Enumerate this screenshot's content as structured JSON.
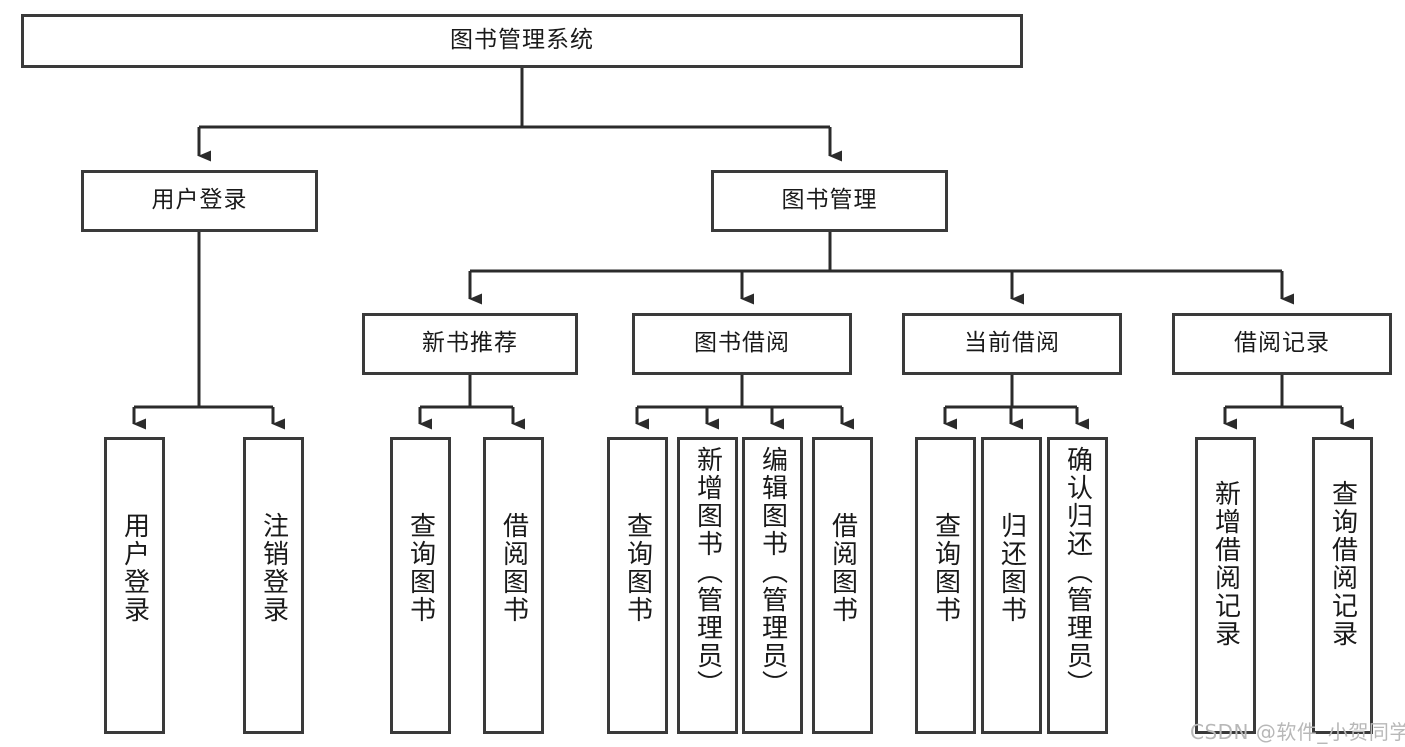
{
  "diagram": {
    "type": "hierarchy-tree",
    "title_node": "图书管理系统",
    "orientation": "top-down",
    "leaf_text_orientation": "vertical",
    "colors": {
      "border": "#3a3a3a",
      "fill": "#ffffff",
      "text": "#1a1a1a",
      "connector": "#2b2b2b",
      "watermark": "#b8b8b8"
    },
    "nodes": {
      "root": {
        "label": "图书管理系统",
        "level": 1
      },
      "user_login": {
        "label": "用户登录",
        "level": 2
      },
      "book_manage": {
        "label": "图书管理",
        "level": 2
      },
      "new_book_rec": {
        "label": "新书推荐",
        "level": 3
      },
      "book_borrow": {
        "label": "图书借阅",
        "level": 3
      },
      "current_borrow": {
        "label": "当前借阅",
        "level": 3
      },
      "borrow_record": {
        "label": "借阅记录",
        "level": 3
      },
      "leaf_user_login": {
        "label": "用户登录",
        "level": 4
      },
      "leaf_logout": {
        "label": "注销登录",
        "level": 4
      },
      "leaf_query_book_1": {
        "label": "查询图书",
        "level": 4
      },
      "leaf_borrow_book_1": {
        "label": "借阅图书",
        "level": 4
      },
      "leaf_query_book_2": {
        "label": "查询图书",
        "level": 4
      },
      "leaf_add_book": {
        "label": "新增图书（管理员）",
        "level": 4
      },
      "leaf_edit_book": {
        "label": "编辑图书（管理员）",
        "level": 4
      },
      "leaf_borrow_book_2": {
        "label": "借阅图书",
        "level": 4
      },
      "leaf_query_book_3": {
        "label": "查询图书",
        "level": 4
      },
      "leaf_return_book": {
        "label": "归还图书",
        "level": 4
      },
      "leaf_confirm_return": {
        "label": "确认归还（管理员）",
        "level": 4
      },
      "leaf_add_record": {
        "label": "新增借阅记录",
        "level": 4
      },
      "leaf_query_record": {
        "label": "查询借阅记录",
        "level": 4
      }
    },
    "edges": [
      {
        "from": "root",
        "to": "user_login"
      },
      {
        "from": "root",
        "to": "book_manage"
      },
      {
        "from": "book_manage",
        "to": "new_book_rec"
      },
      {
        "from": "book_manage",
        "to": "book_borrow"
      },
      {
        "from": "book_manage",
        "to": "current_borrow"
      },
      {
        "from": "book_manage",
        "to": "borrow_record"
      },
      {
        "from": "user_login",
        "to": "leaf_user_login"
      },
      {
        "from": "user_login",
        "to": "leaf_logout"
      },
      {
        "from": "new_book_rec",
        "to": "leaf_query_book_1"
      },
      {
        "from": "new_book_rec",
        "to": "leaf_borrow_book_1"
      },
      {
        "from": "book_borrow",
        "to": "leaf_query_book_2"
      },
      {
        "from": "book_borrow",
        "to": "leaf_add_book"
      },
      {
        "from": "book_borrow",
        "to": "leaf_edit_book"
      },
      {
        "from": "book_borrow",
        "to": "leaf_borrow_book_2"
      },
      {
        "from": "current_borrow",
        "to": "leaf_query_book_3"
      },
      {
        "from": "current_borrow",
        "to": "leaf_return_book"
      },
      {
        "from": "current_borrow",
        "to": "leaf_confirm_return"
      },
      {
        "from": "borrow_record",
        "to": "leaf_add_record"
      },
      {
        "from": "borrow_record",
        "to": "leaf_query_record"
      }
    ]
  },
  "watermark": {
    "text": "CSDN @软件_小贺同学"
  }
}
